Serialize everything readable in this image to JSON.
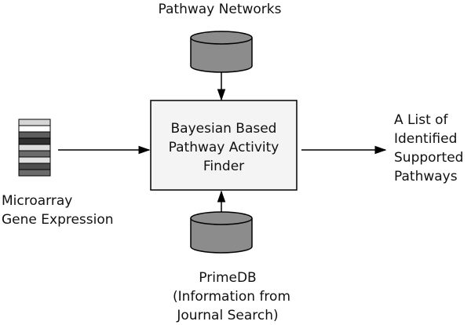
{
  "nodes": {
    "pathway_networks": {
      "label": "Pathway Networks"
    },
    "finder": {
      "lines": [
        "Bayesian Based",
        "Pathway Activity",
        "Finder"
      ]
    },
    "microarray": {
      "lines": [
        "Microarray",
        "Gene Expression"
      ]
    },
    "output": {
      "lines": [
        "A List of",
        "Identified",
        "Supported",
        "Pathways"
      ]
    },
    "primedb": {
      "lines": [
        "PrimeDB",
        "(Information from",
        "Journal Search)"
      ]
    }
  },
  "colors": {
    "cylinder_fill": "#8c8c8c",
    "box_fill": "#f4f4f4",
    "stroke": "#000000"
  }
}
